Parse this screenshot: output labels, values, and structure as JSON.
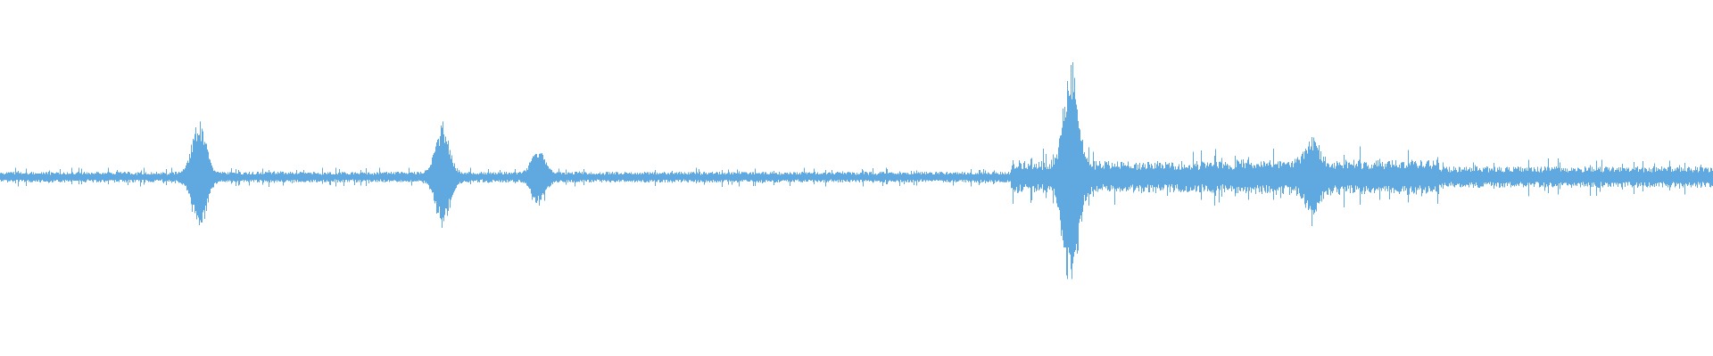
{
  "waveform": {
    "color": "#5fa9e0",
    "background": "#ffffff",
    "type": "audio-waveform",
    "peak_events": [
      {
        "position": 0.116,
        "amplitude": 0.3
      },
      {
        "position": 0.258,
        "amplitude": 0.27
      },
      {
        "position": 0.314,
        "amplitude": 0.13
      },
      {
        "position": 0.625,
        "amplitude": 0.6
      },
      {
        "position": 0.766,
        "amplitude": 0.15
      }
    ],
    "noise_profile": [
      {
        "from": 0.0,
        "to": 0.59,
        "amplitude": 0.03
      },
      {
        "from": 0.59,
        "to": 0.72,
        "amplitude": 0.09
      },
      {
        "from": 0.72,
        "to": 0.84,
        "amplitude": 0.1
      },
      {
        "from": 0.84,
        "to": 1.0,
        "amplitude": 0.06
      }
    ]
  }
}
